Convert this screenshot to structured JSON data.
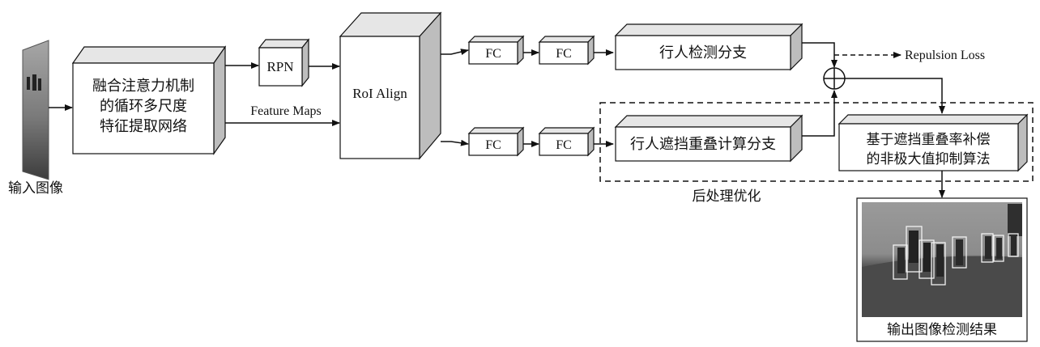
{
  "input": {
    "caption": "输入图像"
  },
  "feature_module": {
    "lines": [
      "融合注意力机制",
      "的循环多尺度",
      "特征提取网络"
    ]
  },
  "rpn": {
    "label": "RPN"
  },
  "feature_maps": {
    "label": "Feature Maps"
  },
  "roi": {
    "label": "RoI Align"
  },
  "fc": {
    "label": "FC"
  },
  "branch_detect": {
    "label": "行人检测分支"
  },
  "branch_occlusion": {
    "label": "行人遮挡重叠计算分支"
  },
  "loss": {
    "label": "Repulsion Loss"
  },
  "nms": {
    "lines": [
      "基于遮挡重叠率补偿",
      "的非极大值抑制算法"
    ]
  },
  "post": {
    "label": "后处理优化"
  },
  "output": {
    "caption": "输出图像检测结果"
  },
  "colors": {
    "stroke": "#111111",
    "face": "#ffffff",
    "side": "#bdbdbd",
    "top": "#e6e6e6",
    "photo": "#6e6e6e"
  }
}
